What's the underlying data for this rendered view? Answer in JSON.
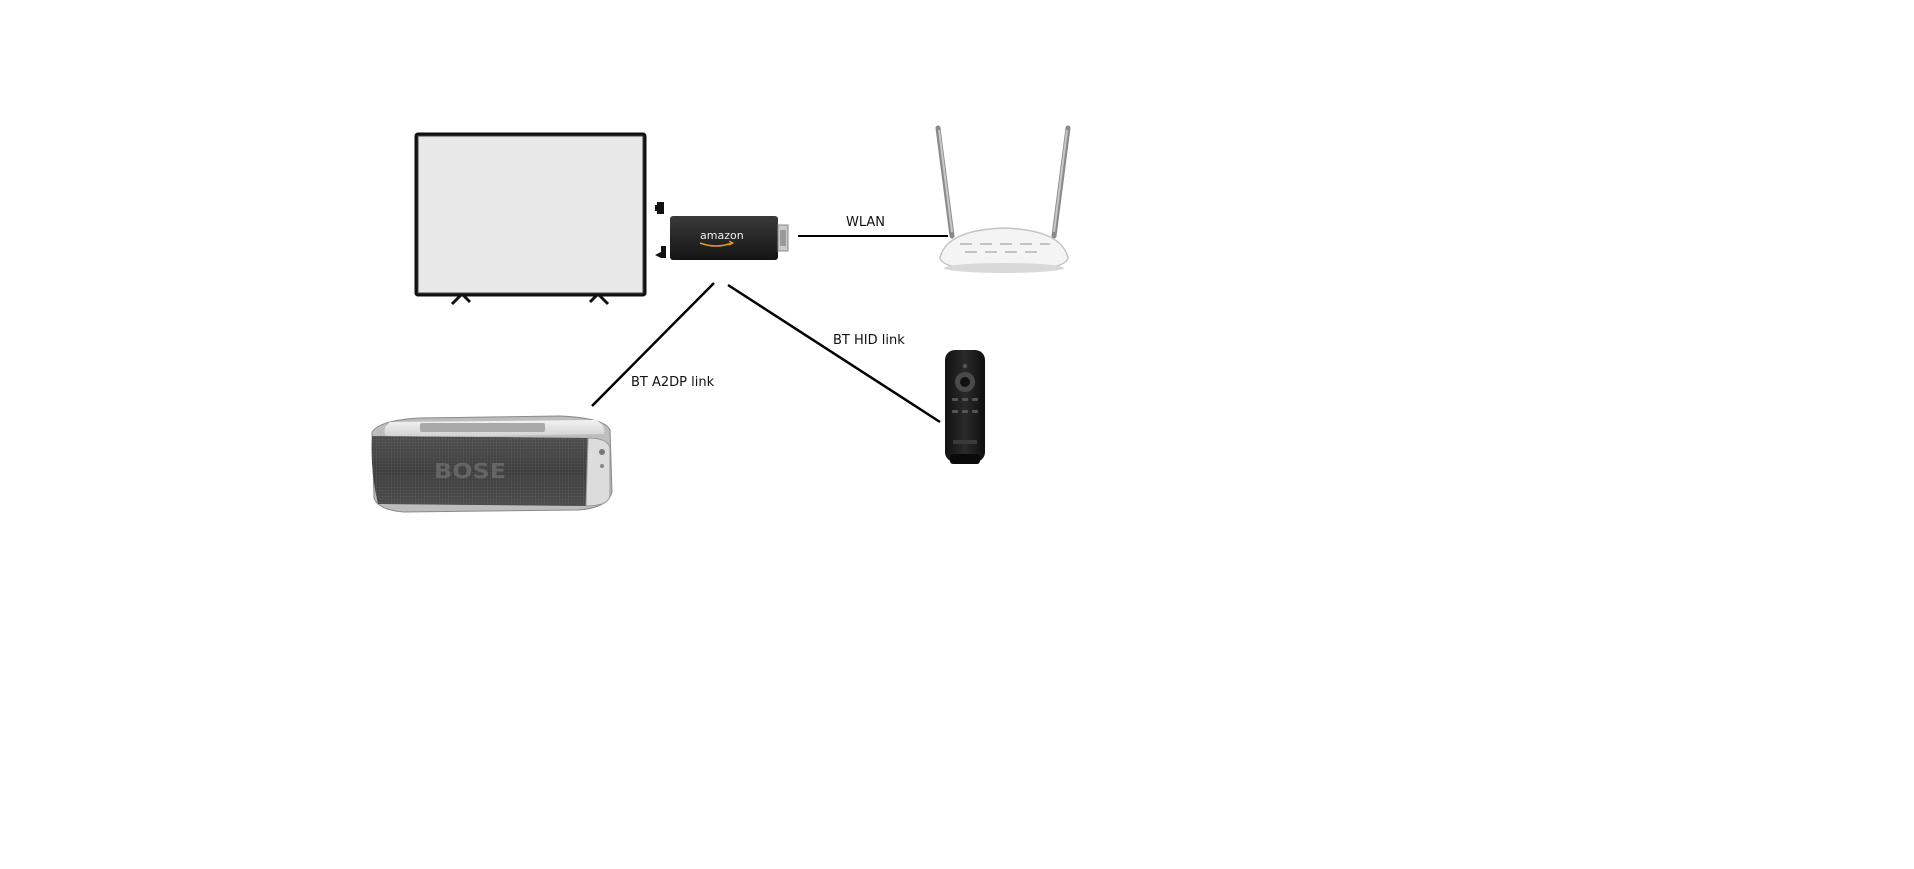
{
  "devices": {
    "tv": {
      "icon": "television-icon"
    },
    "fire_stick": {
      "icon": "fire-tv-stick-icon",
      "brand_text": "amazon"
    },
    "router": {
      "icon": "wifi-router-icon"
    },
    "remote": {
      "icon": "remote-control-icon"
    },
    "speaker": {
      "icon": "bluetooth-speaker-icon",
      "brand_text": "BOSE"
    }
  },
  "links": {
    "wlan": {
      "label": "WLAN"
    },
    "bt_hid": {
      "label": "BT HID link"
    },
    "bt_a2dp": {
      "label": "BT A2DP link"
    }
  }
}
